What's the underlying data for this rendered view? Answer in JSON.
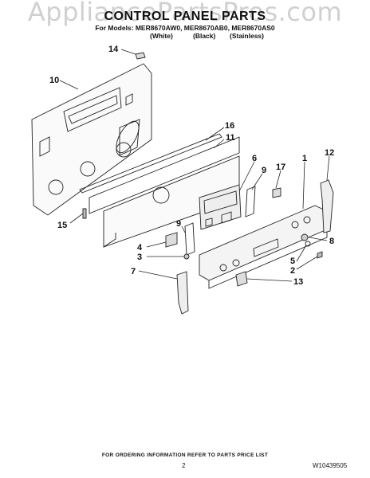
{
  "watermark": "AppliancePartsPros.com",
  "header": {
    "title": "CONTROL PANEL PARTS",
    "models": "For Models: MER8670AW0, MER8670AB0, MER8670AS0",
    "colors": [
      "(White)",
      "(Black)",
      "(Stainless)"
    ]
  },
  "callouts": [
    "14",
    "10",
    "16",
    "11",
    "6",
    "9",
    "17",
    "1",
    "12",
    "15",
    "9",
    "4",
    "3",
    "7",
    "8",
    "5",
    "2",
    "13"
  ],
  "footer": {
    "ordering_note": "FOR ORDERING INFORMATION REFER TO PARTS PRICE LIST",
    "page_number": "2",
    "document_number": "W10439505"
  }
}
